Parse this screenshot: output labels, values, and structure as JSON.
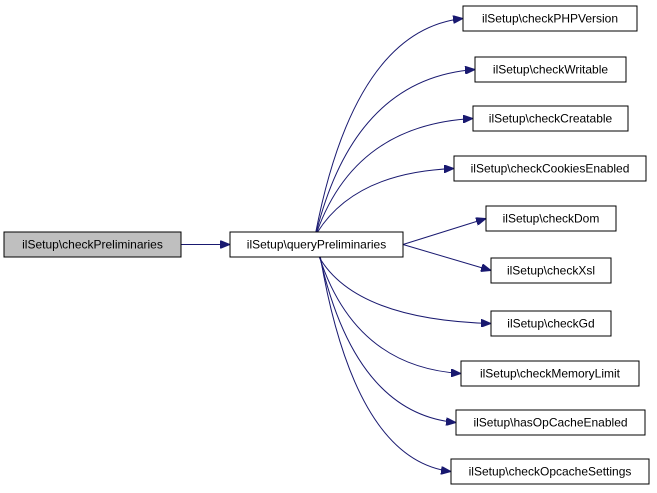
{
  "graph": {
    "colors": {
      "edge": "#191970",
      "root_fill": "#bfbfbf",
      "node_fill": "#ffffff",
      "node_stroke": "#000000"
    },
    "nodes": [
      {
        "id": "checkPreliminaries",
        "label": "ilSetup\\checkPreliminaries",
        "root": true
      },
      {
        "id": "queryPreliminaries",
        "label": "ilSetup\\queryPreliminaries"
      },
      {
        "id": "checkPHPVersion",
        "label": "ilSetup\\checkPHPVersion"
      },
      {
        "id": "checkWritable",
        "label": "ilSetup\\checkWritable"
      },
      {
        "id": "checkCreatable",
        "label": "ilSetup\\checkCreatable"
      },
      {
        "id": "checkCookiesEnabled",
        "label": "ilSetup\\checkCookiesEnabled"
      },
      {
        "id": "checkDom",
        "label": "ilSetup\\checkDom"
      },
      {
        "id": "checkXsl",
        "label": "ilSetup\\checkXsl"
      },
      {
        "id": "checkGd",
        "label": "ilSetup\\checkGd"
      },
      {
        "id": "checkMemoryLimit",
        "label": "ilSetup\\checkMemoryLimit"
      },
      {
        "id": "hasOpCacheEnabled",
        "label": "ilSetup\\hasOpCacheEnabled"
      },
      {
        "id": "checkOpcacheSettings",
        "label": "ilSetup\\checkOpcacheSettings"
      }
    ],
    "edges": [
      {
        "from": "checkPreliminaries",
        "to": "queryPreliminaries"
      },
      {
        "from": "queryPreliminaries",
        "to": "checkPHPVersion"
      },
      {
        "from": "queryPreliminaries",
        "to": "checkWritable"
      },
      {
        "from": "queryPreliminaries",
        "to": "checkCreatable"
      },
      {
        "from": "queryPreliminaries",
        "to": "checkCookiesEnabled"
      },
      {
        "from": "queryPreliminaries",
        "to": "checkDom"
      },
      {
        "from": "queryPreliminaries",
        "to": "checkXsl"
      },
      {
        "from": "queryPreliminaries",
        "to": "checkGd"
      },
      {
        "from": "queryPreliminaries",
        "to": "checkMemoryLimit"
      },
      {
        "from": "queryPreliminaries",
        "to": "hasOpCacheEnabled"
      },
      {
        "from": "queryPreliminaries",
        "to": "checkOpcacheSettings"
      }
    ]
  }
}
